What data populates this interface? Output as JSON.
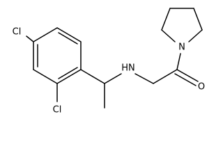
{
  "molecule": {
    "atoms": {
      "cl_top": "Cl",
      "cl_bottom": "Cl",
      "nh": "HN",
      "n_ring": "N",
      "o": "O"
    }
  }
}
